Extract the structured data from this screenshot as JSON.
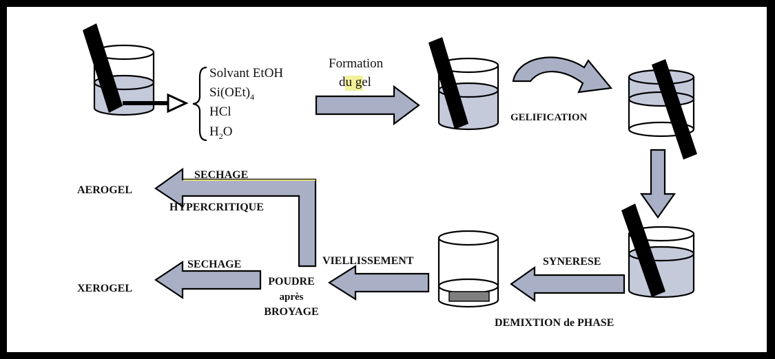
{
  "reagents": {
    "solvent": "Solvant EtOH",
    "precursor": "Si(OEt)",
    "precursor_sub": "4",
    "acid": "HCl",
    "water_h": "H",
    "water_sub": "2",
    "water_o": "O"
  },
  "labels": {
    "formation_line1": "Formation",
    "formation_du": "du",
    "formation_gel": " gel",
    "gelification": "GELIFICATION",
    "synerese": "SYNERESE",
    "demixtion": "DEMIXTION de PHASE",
    "vieillissement": "VIELLISSEMENT",
    "poudre": "POUDRE",
    "apres": "après",
    "broyage": "BROYAGE",
    "sechage_super": "SECHAGE",
    "hypercritique": "HYPERCRITIQUE",
    "aerogel": "AEROGEL",
    "sechage": "SECHAGE",
    "xerogel": "XEROGEL"
  },
  "colors": {
    "arrow_fill": "#a9b0c6",
    "liquid_fill": "#c5cadb",
    "highlight": "#f3f19a",
    "deposit": "#7f7f7f"
  }
}
